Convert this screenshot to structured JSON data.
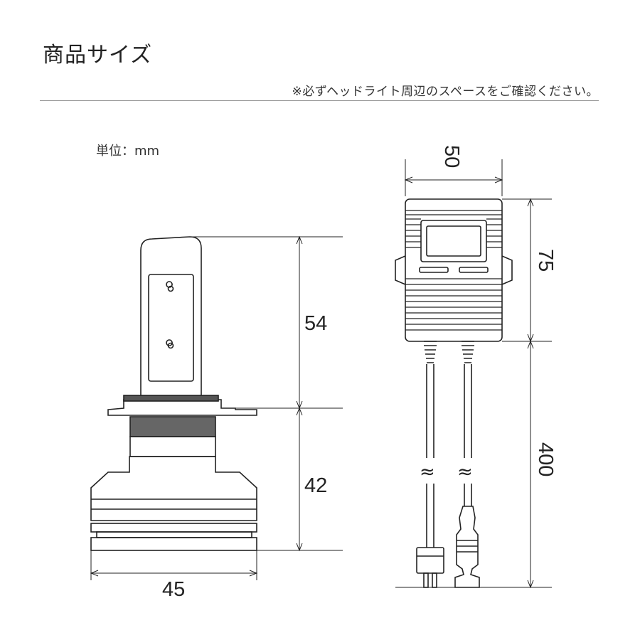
{
  "header": {
    "title": "商品サイズ",
    "notice": "※必ずヘッドライト周辺のスペースをご確認ください。"
  },
  "unit_label": "単位：mm",
  "dimensions": {
    "bulb_upper_height": "54",
    "bulb_lower_height": "42",
    "bulb_width": "45",
    "driver_width": "50",
    "driver_height": "75",
    "cable_length": "400"
  },
  "wave_symbol": "≈",
  "colors": {
    "line": "#222222",
    "chip_fill": "#ffffff",
    "collar_fill": "#666666",
    "flange_fill": "#555555"
  }
}
